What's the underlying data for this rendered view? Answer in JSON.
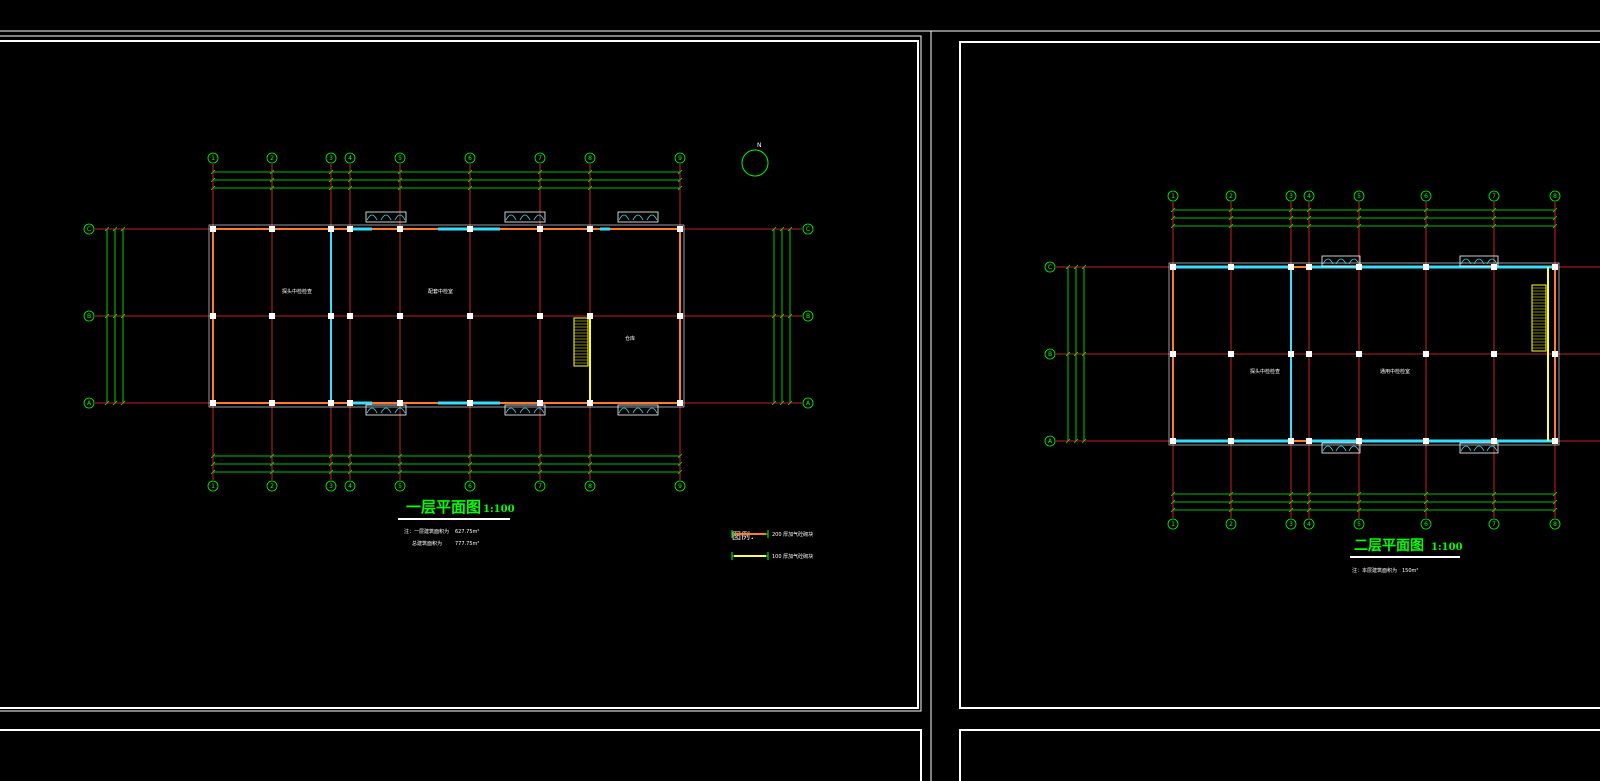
{
  "drawing": {
    "colors": {
      "background": "#000000",
      "sheet_frame": "#ffffff",
      "grid_axis": "#ff2a2a",
      "dimension": "#00ff00",
      "wall_200": "#ff7a2a",
      "wall_cyan": "#33e0ff",
      "stairs": "#ffff33"
    }
  },
  "plan1": {
    "title": "一层平面图",
    "scale": "1:100",
    "note_line1": "注：一层建筑面积为",
    "note_line2": "总建筑面积为",
    "note_val1": "627.75m²",
    "note_val2": "777.75m²",
    "col_axes": [
      "1",
      "2",
      "3",
      "4",
      "5",
      "6",
      "7",
      "8",
      "9"
    ],
    "row_axes": [
      "A",
      "B",
      "C"
    ],
    "room_labels": [
      "探头中检检查",
      "配套中检室",
      "仓库"
    ],
    "north_letter": "N"
  },
  "legend": {
    "title": "图例：",
    "item1": "200 厚加气砼砌块",
    "item2": "100 厚加气砼砌块"
  },
  "plan2": {
    "title": "二层平面图",
    "scale": "1:100",
    "note_line1": "注：本层建筑面积为",
    "note_val1": "150m²",
    "col_axes": [
      "1",
      "2",
      "3",
      "4",
      "5",
      "6",
      "7",
      "8"
    ],
    "row_axes": [
      "A",
      "B",
      "C"
    ],
    "room_labels": [
      "探头中检检查",
      "通用中检检室"
    ]
  }
}
